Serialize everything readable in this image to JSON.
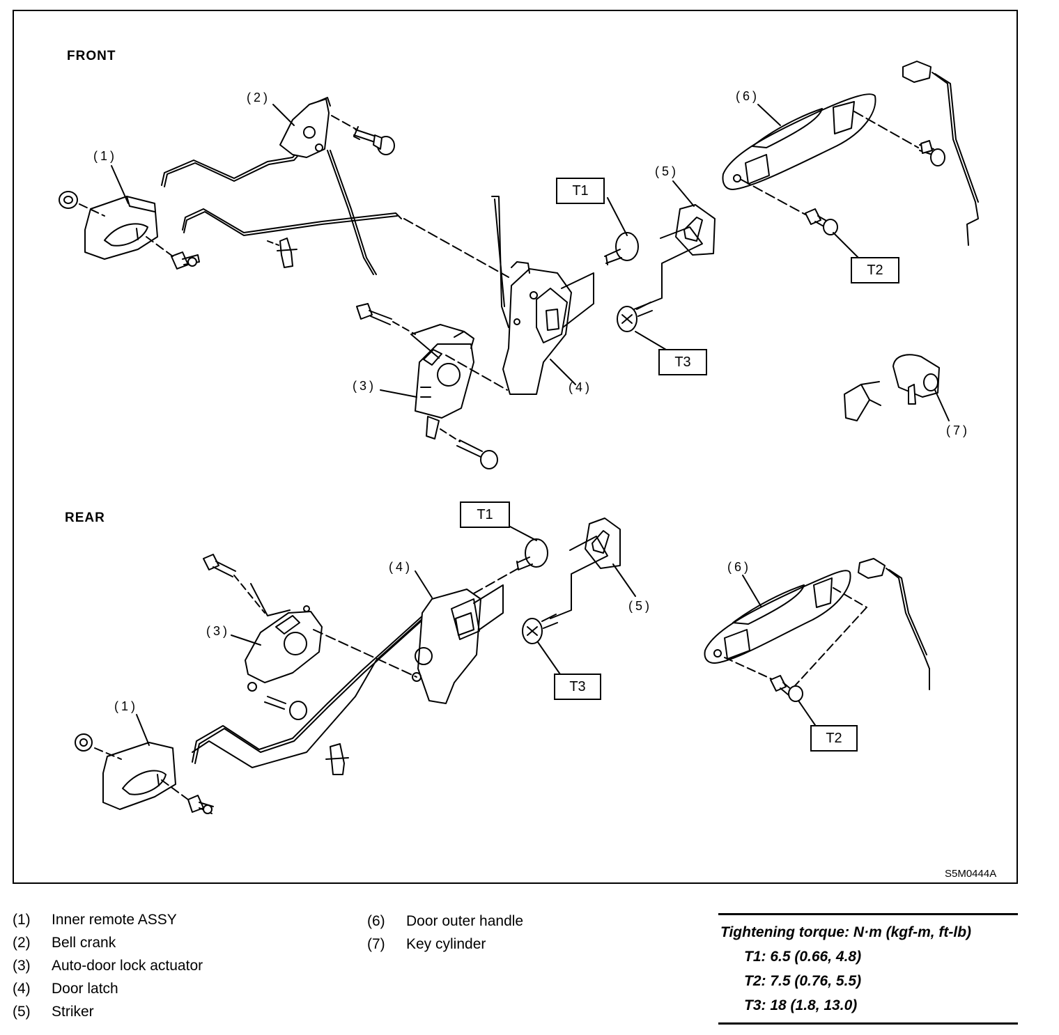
{
  "sections": {
    "front": "FRONT",
    "rear": "REAR"
  },
  "callouts": {
    "front": {
      "c1": "(1)",
      "c2": "(2)",
      "c3": "(3)",
      "c4": "(4)",
      "c5": "(5)",
      "c6": "(6)",
      "c7": "(7)"
    },
    "rear": {
      "c1": "(1)",
      "c3": "(3)",
      "c4": "(4)",
      "c5": "(5)",
      "c6": "(6)"
    }
  },
  "torque_tags": {
    "front": {
      "t1": "T1",
      "t2": "T2",
      "t3": "T3"
    },
    "rear": {
      "t1": "T1",
      "t2": "T2",
      "t3": "T3"
    }
  },
  "figure_code": "S5M0444A",
  "legend": [
    {
      "num": "(1)",
      "label": "Inner remote ASSY"
    },
    {
      "num": "(2)",
      "label": "Bell crank"
    },
    {
      "num": "(3)",
      "label": "Auto-door lock actuator"
    },
    {
      "num": "(4)",
      "label": "Door latch"
    },
    {
      "num": "(5)",
      "label": "Striker"
    },
    {
      "num": "(6)",
      "label": "Door outer handle"
    },
    {
      "num": "(7)",
      "label": "Key cylinder"
    }
  ],
  "torque": {
    "title": "Tightening torque: N·m (kgf-m, ft-lb)",
    "t1": "T1: 6.5 (0.66, 4.8)",
    "t2": "T2: 7.5 (0.76, 5.5)",
    "t3": "T3: 18 (1.8, 13.0)"
  }
}
